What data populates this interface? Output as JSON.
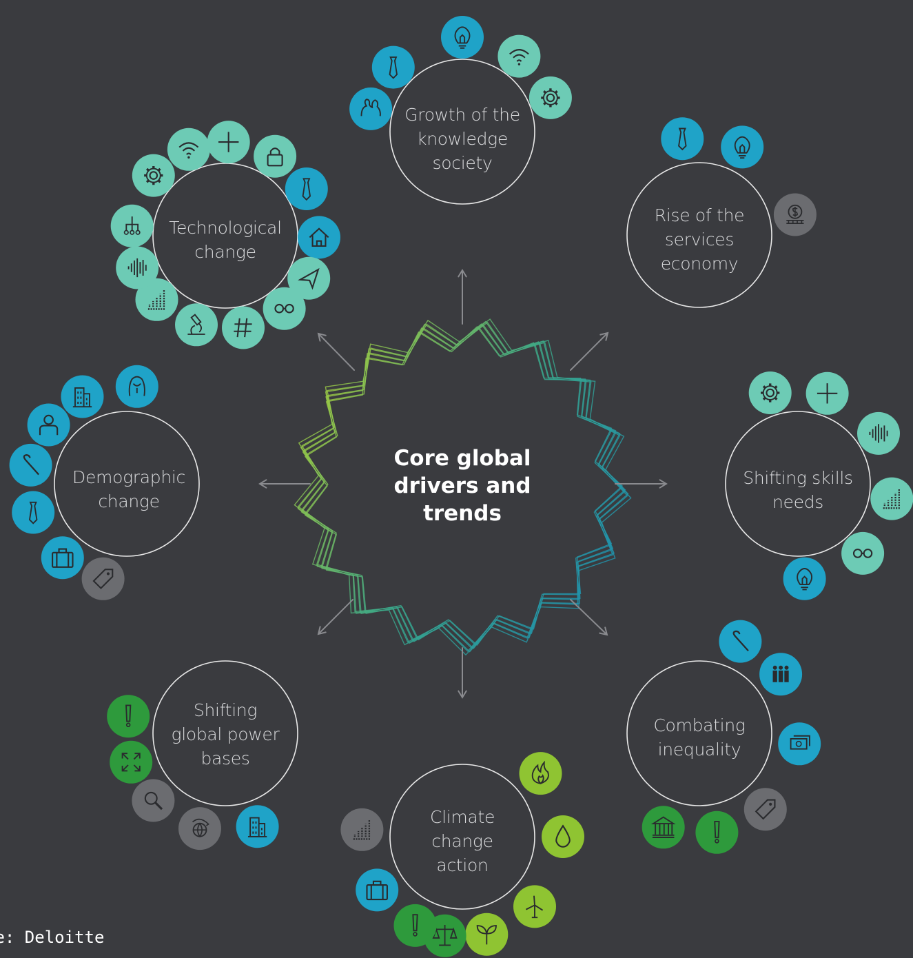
{
  "center": {
    "lines": [
      "Core global",
      "drivers and",
      "trends"
    ]
  },
  "colors": {
    "background": "#3a3b3f",
    "teal": "#6dcbb5",
    "blue": "#1fa3c8",
    "green": "#2e9a3c",
    "lime": "#8fc432",
    "gray": "#6b6c70",
    "ring": "#e8e8e8",
    "arrow": "#8a8b8f"
  },
  "hubs": [
    {
      "id": "knowledge-society",
      "lines": [
        "Growth of the",
        "knowledge",
        "society"
      ],
      "icons": [
        {
          "name": "people-icon",
          "color": "blue"
        },
        {
          "name": "tie-icon",
          "color": "blue"
        },
        {
          "name": "lightbulb-icon",
          "color": "blue"
        },
        {
          "name": "wifi-icon",
          "color": "teal"
        },
        {
          "name": "gear-icon",
          "color": "teal"
        }
      ]
    },
    {
      "id": "services-economy",
      "lines": [
        "Rise of the",
        "services",
        "economy"
      ],
      "icons": [
        {
          "name": "tie-icon",
          "color": "blue"
        },
        {
          "name": "lightbulb-icon",
          "color": "blue"
        },
        {
          "name": "money-icon",
          "color": "gray"
        }
      ]
    },
    {
      "id": "technological-change",
      "lines": [
        "Technological",
        "change"
      ],
      "icons": [
        {
          "name": "wifi-icon",
          "color": "teal"
        },
        {
          "name": "plus-icon",
          "color": "teal"
        },
        {
          "name": "lock-icon",
          "color": "teal"
        },
        {
          "name": "tie-icon",
          "color": "blue"
        },
        {
          "name": "home-icon",
          "color": "blue"
        },
        {
          "name": "send-icon",
          "color": "teal"
        },
        {
          "name": "glasses-icon",
          "color": "teal"
        },
        {
          "name": "hashtag-icon",
          "color": "teal"
        },
        {
          "name": "microscope-icon",
          "color": "teal"
        },
        {
          "name": "bar-chart-icon",
          "color": "teal"
        },
        {
          "name": "sound-wave-icon",
          "color": "teal"
        },
        {
          "name": "hierarchy-icon",
          "color": "teal"
        },
        {
          "name": "gear-icon",
          "color": "teal"
        }
      ]
    },
    {
      "id": "demographic-change",
      "lines": [
        "Demographic",
        "change"
      ],
      "icons": [
        {
          "name": "woman-icon",
          "color": "blue"
        },
        {
          "name": "building-icon",
          "color": "blue"
        },
        {
          "name": "person-icon",
          "color": "blue"
        },
        {
          "name": "cane-icon",
          "color": "blue"
        },
        {
          "name": "tie-icon",
          "color": "blue"
        },
        {
          "name": "briefcase-icon",
          "color": "blue"
        },
        {
          "name": "tag-icon",
          "color": "gray"
        }
      ]
    },
    {
      "id": "shifting-skills",
      "lines": [
        "Shifting skills",
        "needs"
      ],
      "icons": [
        {
          "name": "gear-icon",
          "color": "teal"
        },
        {
          "name": "plus-icon",
          "color": "teal"
        },
        {
          "name": "sound-wave-icon",
          "color": "teal"
        },
        {
          "name": "bar-chart-icon",
          "color": "teal"
        },
        {
          "name": "glasses-icon",
          "color": "teal"
        },
        {
          "name": "lightbulb-icon",
          "color": "blue"
        }
      ]
    },
    {
      "id": "global-power-bases",
      "lines": [
        "Shifting",
        "global power",
        "bases"
      ],
      "icons": [
        {
          "name": "exclamation-icon",
          "color": "green"
        },
        {
          "name": "expand-icon",
          "color": "green"
        },
        {
          "name": "search-icon",
          "color": "gray"
        },
        {
          "name": "globe-icon",
          "color": "gray"
        },
        {
          "name": "building-icon",
          "color": "blue"
        }
      ]
    },
    {
      "id": "combating-inequality",
      "lines": [
        "Combating",
        "inequality"
      ],
      "icons": [
        {
          "name": "cane-icon",
          "color": "blue"
        },
        {
          "name": "group-icon",
          "color": "blue"
        },
        {
          "name": "cash-icon",
          "color": "blue"
        },
        {
          "name": "tag-icon",
          "color": "gray"
        },
        {
          "name": "exclamation-icon",
          "color": "green"
        },
        {
          "name": "bank-icon",
          "color": "green"
        }
      ]
    },
    {
      "id": "climate-change-action",
      "lines": [
        "Climate",
        "change",
        "action"
      ],
      "icons": [
        {
          "name": "fire-icon",
          "color": "lime"
        },
        {
          "name": "water-drop-icon",
          "color": "lime"
        },
        {
          "name": "wind-turbine-icon",
          "color": "lime"
        },
        {
          "name": "sprout-icon",
          "color": "lime"
        },
        {
          "name": "scales-icon",
          "color": "green"
        },
        {
          "name": "exclamation-icon",
          "color": "green"
        },
        {
          "name": "briefcase-icon",
          "color": "blue"
        },
        {
          "name": "bar-chart-icon",
          "color": "gray"
        }
      ]
    }
  ],
  "source": "ce: Deloitte"
}
